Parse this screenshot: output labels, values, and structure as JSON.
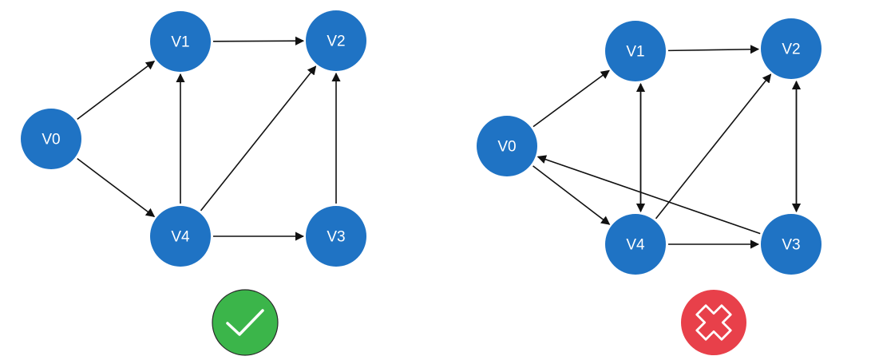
{
  "colors": {
    "node": "#1f73c4",
    "node_text": "#ffffff",
    "edge": "#111111",
    "valid_badge": "#3bb54a",
    "invalid_badge": "#e8404a"
  },
  "graphs": [
    {
      "id": "dag",
      "verdict": "valid",
      "badge_icon": "check-icon",
      "nodes": [
        "V0",
        "V1",
        "V2",
        "V3",
        "V4"
      ],
      "edges": [
        [
          "V0",
          "V1"
        ],
        [
          "V0",
          "V4"
        ],
        [
          "V1",
          "V2"
        ],
        [
          "V4",
          "V1"
        ],
        [
          "V4",
          "V2"
        ],
        [
          "V4",
          "V3"
        ],
        [
          "V3",
          "V2"
        ]
      ]
    },
    {
      "id": "cyclic",
      "verdict": "invalid",
      "badge_icon": "cross-icon",
      "nodes": [
        "V0",
        "V1",
        "V2",
        "V3",
        "V4"
      ],
      "edges": [
        [
          "V0",
          "V1"
        ],
        [
          "V0",
          "V4"
        ],
        [
          "V1",
          "V2"
        ],
        [
          "V1",
          "V4"
        ],
        [
          "V4",
          "V1"
        ],
        [
          "V4",
          "V2"
        ],
        [
          "V4",
          "V3"
        ],
        [
          "V2",
          "V3"
        ],
        [
          "V3",
          "V2"
        ],
        [
          "V3",
          "V0"
        ]
      ]
    }
  ]
}
